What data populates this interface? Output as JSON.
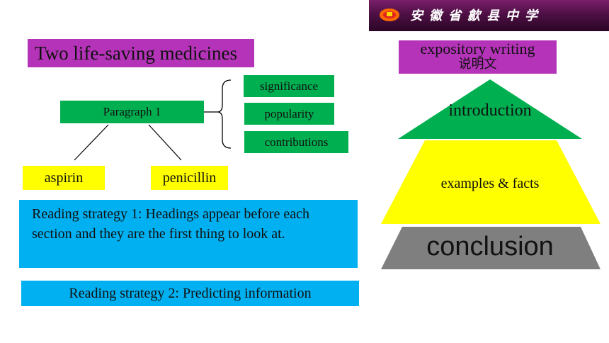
{
  "banner": {
    "school_name": "安徽省歙县中学",
    "logo_icon": "school-logo-icon"
  },
  "title": "Two life-saving medicines",
  "paragraph_box": "Paragraph 1",
  "brace_items": [
    "significance",
    "popularity",
    "contributions"
  ],
  "examples": [
    "aspirin",
    "penicillin"
  ],
  "strategy_1": "Reading strategy 1: Headings appear before each section and they are  the first thing to look at.",
  "strategy_2": "Reading strategy 2: Predicting information",
  "pyramid": {
    "header_en": "expository writing",
    "header_zh": "说明文",
    "levels": [
      "introduction",
      "examples & facts",
      "conclusion"
    ]
  },
  "colors": {
    "purple": "#b533b9",
    "green": "#00b050",
    "yellow": "#ffff00",
    "cyan": "#00b0f0",
    "gray": "#7f7f7f"
  }
}
